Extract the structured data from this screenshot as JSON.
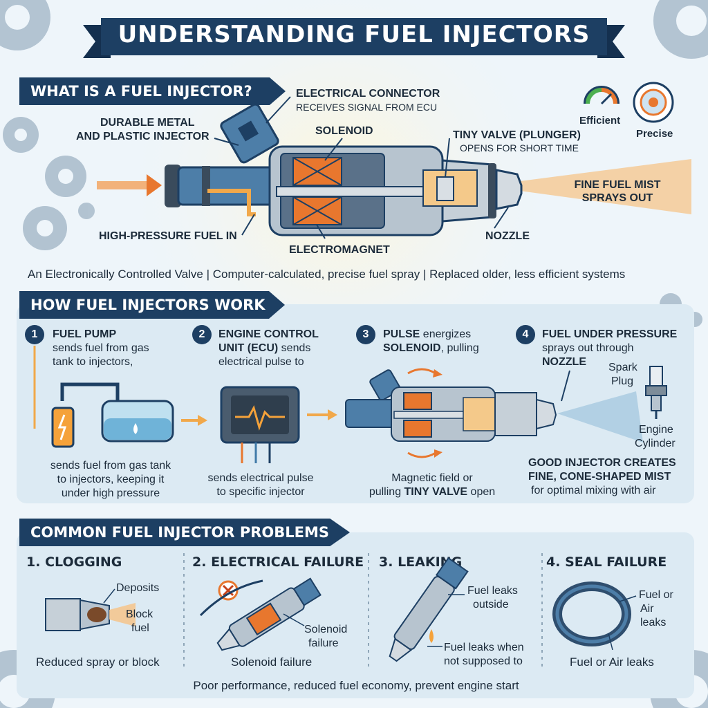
{
  "title": "UNDERSTANDING FUEL INJECTORS",
  "section1": {
    "heading": "WHAT IS A FUEL INJECTOR?",
    "labels": {
      "connector_title": "ELECTRICAL CONNECTOR",
      "connector_sub": "RECEIVES SIGNAL FROM ECU",
      "body_line1": "DURABLE METAL",
      "body_line2": "AND PLASTIC INJECTOR",
      "solenoid": "SOLENOID",
      "valve_title": "TINY VALVE (PLUNGER)",
      "valve_sub": "OPENS FOR SHORT TIME",
      "mist_line1": "FINE FUEL MIST",
      "mist_line2": "SPRAYS OUT",
      "fuel_in": "HIGH-PRESSURE FUEL IN",
      "electromagnet": "ELECTROMAGNET",
      "nozzle": "NOZZLE",
      "efficient": "Efficient",
      "precise": "Precise"
    },
    "summary": "An Electronically Controlled Valve | Computer-calculated, precise fuel spray | Replaced older, less efficient systems"
  },
  "section2": {
    "heading": "HOW FUEL INJECTORS WORK",
    "steps": [
      {
        "num": "1",
        "bold1": "FUEL PUMP",
        "line2": "sends fuel from gas",
        "line3": "tank to injectors,",
        "cap1": "sends fuel from gas tank",
        "cap2": "to injectors, keeping it",
        "cap3": "under high pressure"
      },
      {
        "num": "2",
        "bold1": "ENGINE CONTROL",
        "bold2": "UNIT (ECU)",
        "rest2": " sends",
        "line3": "electrical pulse to",
        "cap1": "sends electrical pulse",
        "cap2": "to specific injector"
      },
      {
        "num": "3",
        "bold1": "PULSE",
        "rest1": " energizes",
        "bold2": "SOLENOID",
        "rest2": ", pulling",
        "cap1": "Magnetic field or",
        "cap2a": "pulling ",
        "cap2b": "TINY VALVE",
        "cap2c": " open"
      },
      {
        "num": "4",
        "bold1": "FUEL UNDER PRESSURE",
        "line2": "sprays out through",
        "bold3": "NOZZLE",
        "spark1": "Spark",
        "spark2": "Plug",
        "cyl1": "Engine",
        "cyl2": "Cylinder",
        "good1": "GOOD INJECTOR CREATES",
        "good2": "FINE, CONE-SHAPED MIST",
        "good3": "for optimal mixing with air"
      }
    ]
  },
  "section3": {
    "heading": "COMMON FUEL INJECTOR PROBLEMS",
    "problems": [
      {
        "num": "1.",
        "title": "CLOGGING",
        "callout1": "Deposits",
        "callout2a": "Block",
        "callout2b": "fuel",
        "caption": "Reduced spray or block"
      },
      {
        "num": "2.",
        "title": "ELECTRICAL FAILURE",
        "callout1a": "Solenoid",
        "callout1b": "failure",
        "caption": "Solenoid failure"
      },
      {
        "num": "3.",
        "title": "LEAKING",
        "callout1a": "Fuel leaks",
        "callout1b": "outside",
        "callout2a": "Fuel leaks when",
        "callout2b": "not supposed to"
      },
      {
        "num": "4.",
        "title": "SEAL FAILURE",
        "callout1a": "Fuel or",
        "callout1b": "Air",
        "callout1c": "leaks",
        "caption": "Fuel or Air leaks"
      }
    ],
    "footer": "Poor performance, reduced fuel economy, prevent engine start"
  },
  "colors": {
    "navy": "#1d3f63",
    "orange": "#e8772e",
    "blue": "#3f7aa8",
    "panel": "#dceaf3"
  }
}
